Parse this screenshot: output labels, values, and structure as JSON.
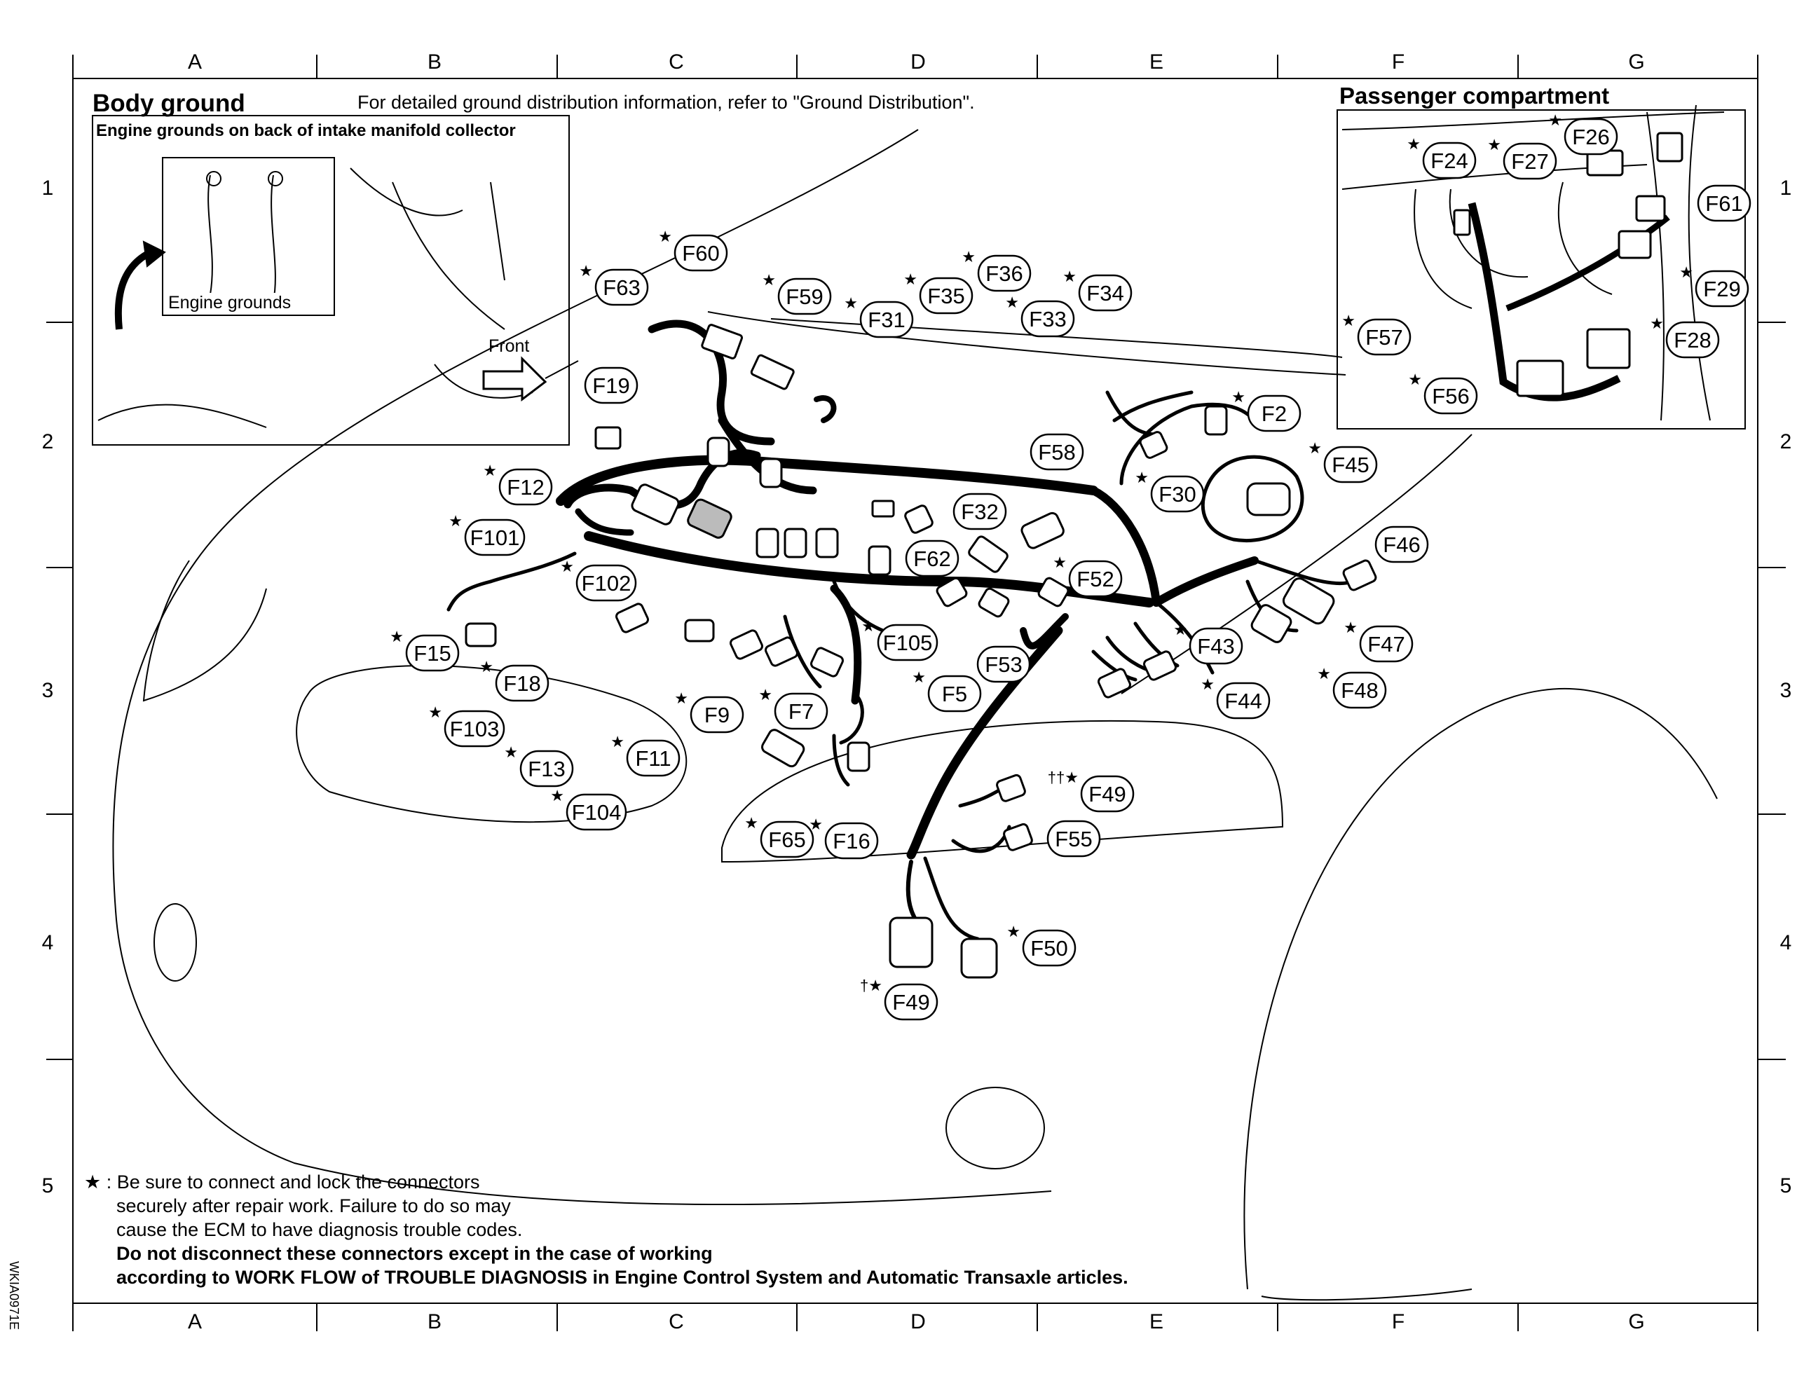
{
  "grid": {
    "columns": [
      "A",
      "B",
      "C",
      "D",
      "E",
      "F",
      "G"
    ],
    "rows": [
      "1",
      "2",
      "3",
      "4",
      "5"
    ]
  },
  "header": {
    "body_ground": "Body ground",
    "ground_note": "For detailed ground distribution information, refer to \"Ground Distribution\".",
    "engine_grounds_title": "Engine grounds on back of intake manifold collector",
    "engine_grounds_label": "Engine grounds",
    "front_label": "Front",
    "passenger_compartment": "Passenger compartment"
  },
  "connectors": [
    {
      "id": "F2",
      "star": "★"
    },
    {
      "id": "F5",
      "star": "★"
    },
    {
      "id": "F7",
      "star": "★"
    },
    {
      "id": "F9",
      "star": "★"
    },
    {
      "id": "F11",
      "star": "★"
    },
    {
      "id": "F12",
      "star": "★"
    },
    {
      "id": "F13",
      "star": "★"
    },
    {
      "id": "F15",
      "star": "★"
    },
    {
      "id": "F16",
      "star": "★"
    },
    {
      "id": "F18",
      "star": "★"
    },
    {
      "id": "F19",
      "star": ""
    },
    {
      "id": "F24",
      "star": "★"
    },
    {
      "id": "F26",
      "star": "★"
    },
    {
      "id": "F27",
      "star": "★"
    },
    {
      "id": "F28",
      "star": "★"
    },
    {
      "id": "F29",
      "star": "★"
    },
    {
      "id": "F30",
      "star": "★"
    },
    {
      "id": "F31",
      "star": "★"
    },
    {
      "id": "F32",
      "star": ""
    },
    {
      "id": "F33",
      "star": "★"
    },
    {
      "id": "F34",
      "star": "★"
    },
    {
      "id": "F35",
      "star": "★"
    },
    {
      "id": "F36",
      "star": "★"
    },
    {
      "id": "F43",
      "star": "★"
    },
    {
      "id": "F44",
      "star": "★"
    },
    {
      "id": "F45",
      "star": "★"
    },
    {
      "id": "F46",
      "star": ""
    },
    {
      "id": "F47",
      "star": "★"
    },
    {
      "id": "F48",
      "star": "★"
    },
    {
      "id": "F49",
      "star": "††★"
    },
    {
      "id": "F49",
      "star": "†★"
    },
    {
      "id": "F50",
      "star": "★"
    },
    {
      "id": "F52",
      "star": "★"
    },
    {
      "id": "F53",
      "star": ""
    },
    {
      "id": "F55",
      "star": ""
    },
    {
      "id": "F56",
      "star": "★"
    },
    {
      "id": "F57",
      "star": "★"
    },
    {
      "id": "F58",
      "star": ""
    },
    {
      "id": "F59",
      "star": "★"
    },
    {
      "id": "F60",
      "star": "★"
    },
    {
      "id": "F61",
      "star": ""
    },
    {
      "id": "F62",
      "star": ""
    },
    {
      "id": "F63",
      "star": "★"
    },
    {
      "id": "F65",
      "star": "★"
    },
    {
      "id": "F101",
      "star": "★"
    },
    {
      "id": "F102",
      "star": "★"
    },
    {
      "id": "F103",
      "star": "★"
    },
    {
      "id": "F104",
      "star": "★"
    },
    {
      "id": "F105",
      "star": "★"
    }
  ],
  "footer": {
    "star_symbol": "★ :",
    "line1": "Be sure to connect and lock the connectors",
    "line2": "securely after repair work. Failure to do so may",
    "line3": "cause the ECM to have diagnosis trouble codes.",
    "line4": "Do not disconnect these connectors except in the case of working",
    "line5a": "according to WORK FLOW of TROUBLE DIAGNOSIS",
    "line5b": " in Engine Control System and Automatic Transaxle articles."
  },
  "watermark": "WKIA0971E"
}
